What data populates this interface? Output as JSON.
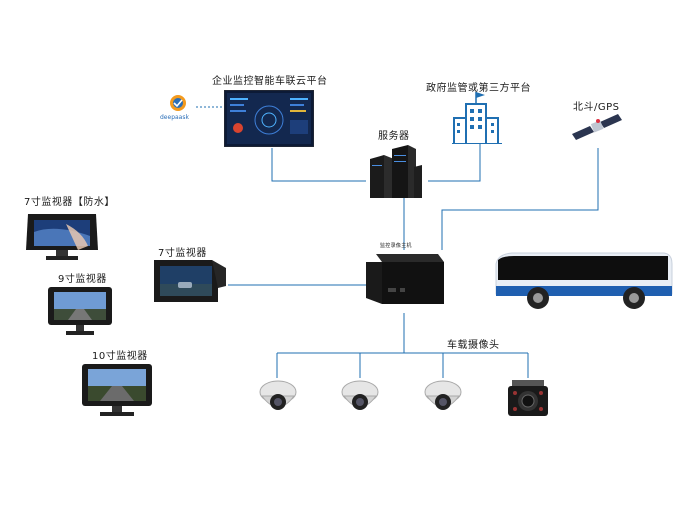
{
  "labels": {
    "platform": "企业监控智能车联云平台",
    "government": "政府监管或第三方平台",
    "beidou": "北斗/GPS",
    "server": "服务器",
    "mdvr": "监控录像主机",
    "monitor7_waterproof": "7寸监视器【防水】",
    "monitor9": "9寸监视器",
    "monitor7": "7寸监视器",
    "monitor10": "10寸监视器",
    "cameras": "车载摄像头"
  },
  "logo_text": "deepaask",
  "colors": {
    "line": "#1f6fb2",
    "dark": "#111111",
    "screen_blue": "#1d3e7a",
    "building": "#1f6fb2",
    "bus_blue": "#1f5fb0"
  },
  "icons": [
    "logo-icon",
    "dashboard-screen-icon",
    "server-rack-icon",
    "government-building-icon",
    "satellite-icon",
    "mdvr-box-icon",
    "bus-icon",
    "monitor-icon",
    "dome-camera-icon",
    "box-camera-icon"
  ]
}
